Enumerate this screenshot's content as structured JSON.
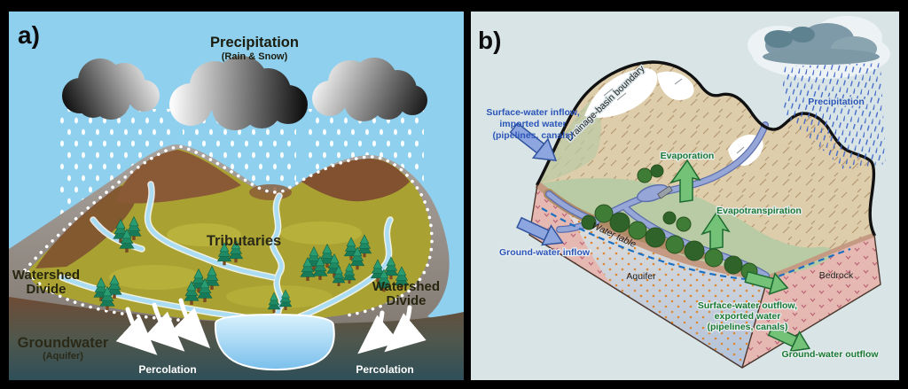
{
  "figure": {
    "description": "Two-panel watershed / drainage-basin hydrology diagram",
    "colors": {
      "panel_a_sky": "#8fd0ee",
      "panel_b_background": "#d8e4e6",
      "blue_label": "#2b55b8",
      "green_label": "#1b7a35",
      "frame": "#000000"
    }
  },
  "panel_a": {
    "tag": "a)",
    "precipitation_title": "Precipitation",
    "precipitation_subtitle": "(Rain & Snow)",
    "tributaries": "Tributaries",
    "watershed_divide_left": {
      "line1": "Watershed",
      "line2": "Divide"
    },
    "watershed_divide_right": {
      "line1": "Watershed",
      "line2": "Divide"
    },
    "groundwater": "Groundwater",
    "groundwater_sub": "(Aquifer)",
    "percolation_left": "Percolation",
    "percolation_right": "Percolation"
  },
  "panel_b": {
    "tag": "b)",
    "drainage_basin_boundary": "Drainage-basin boundary",
    "precipitation": "Precipitation",
    "surface_water_inflow": [
      "Surface-water inflow,",
      "imported water",
      "(pipelines, canals)"
    ],
    "evaporation": "Evaporation",
    "evapotranspiration": "Evapotranspiration",
    "ground_water_inflow": "Ground-water inflow",
    "water_table": "Water table",
    "aquifer": "Aquifer",
    "bedrock": "Bedrock",
    "surface_water_outflow": [
      "Surface-water outflow,",
      "exported water",
      "(pipelines, canals)"
    ],
    "ground_water_outflow": "Ground-water outflow"
  }
}
